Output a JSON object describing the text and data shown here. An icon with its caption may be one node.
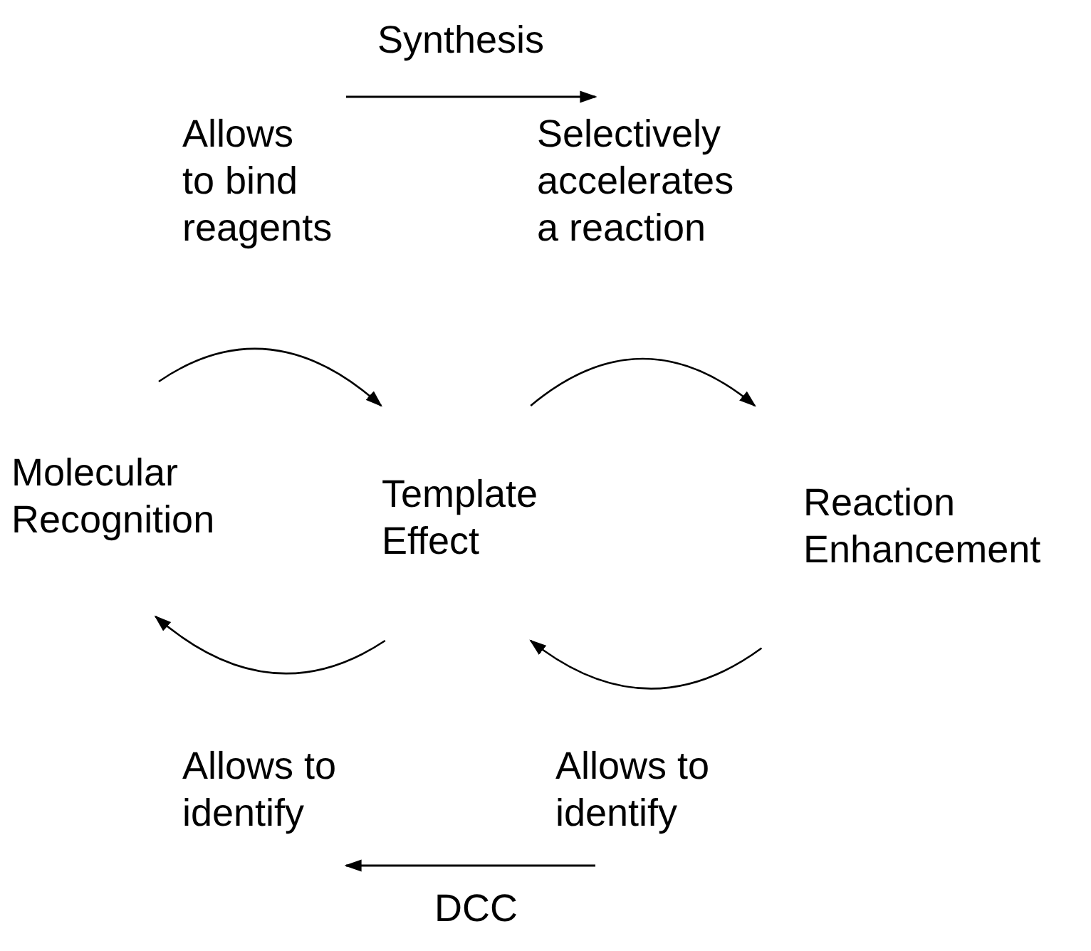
{
  "diagram": {
    "nodes": [
      {
        "text": [
          "Molecular Recognition"
        ]
      },
      {
        "text": [
          "Template Effect"
        ]
      },
      {
        "text": [
          "Reaction Enhancement"
        ]
      }
    ],
    "edges": [
      {
        "from": 0,
        "to": 1,
        "arrow": "to",
        "label": "Allows to bind reagents"
      },
      {
        "from": 1,
        "to": 2,
        "arrow": "to",
        "label": "Selectively accelerates a reaction"
      },
      {
        "from": 2,
        "to": 1,
        "arrow": "to",
        "label": "Allows to identify"
      },
      {
        "from": 1,
        "to": 0,
        "arrow": "to",
        "label": "Allows to identify"
      }
    ],
    "labels": [
      "Synthesis",
      "DCC"
    ]
  }
}
